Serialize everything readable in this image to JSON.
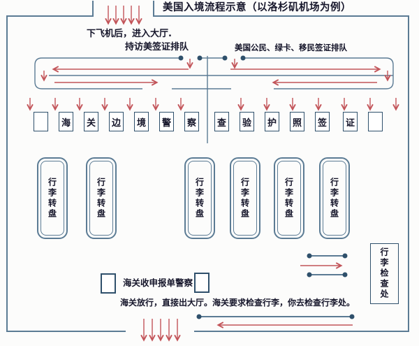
{
  "title": "美国入境流程示意（以洛杉矶机场为例）",
  "notes": {
    "enter_hall": "下飞机后，进入大厅.",
    "visitor_queue": "持访美签证排队",
    "citizen_queue": "美国公民、绿卡、移民签证排队",
    "declaration_police": "海关收申报单警察",
    "exit_instructions": "海关放行，直接出大厅。海关要求检查行李，你去检查行李处。",
    "baggage_inspection": "行李检查处"
  },
  "booth_cells": [
    "",
    "海",
    "关",
    "边",
    "境",
    "警",
    "察",
    "查",
    "验",
    "护",
    "照",
    "签",
    "证",
    ""
  ],
  "carousels": [
    "行李转盘",
    "行李转盘",
    "行李转盘",
    "行李转盘",
    "行李转盘",
    "行李转盘"
  ],
  "colors": {
    "line": "#5b7b94",
    "arrow": "#c25459",
    "dot": "#2f506b",
    "text": "#15152a"
  }
}
